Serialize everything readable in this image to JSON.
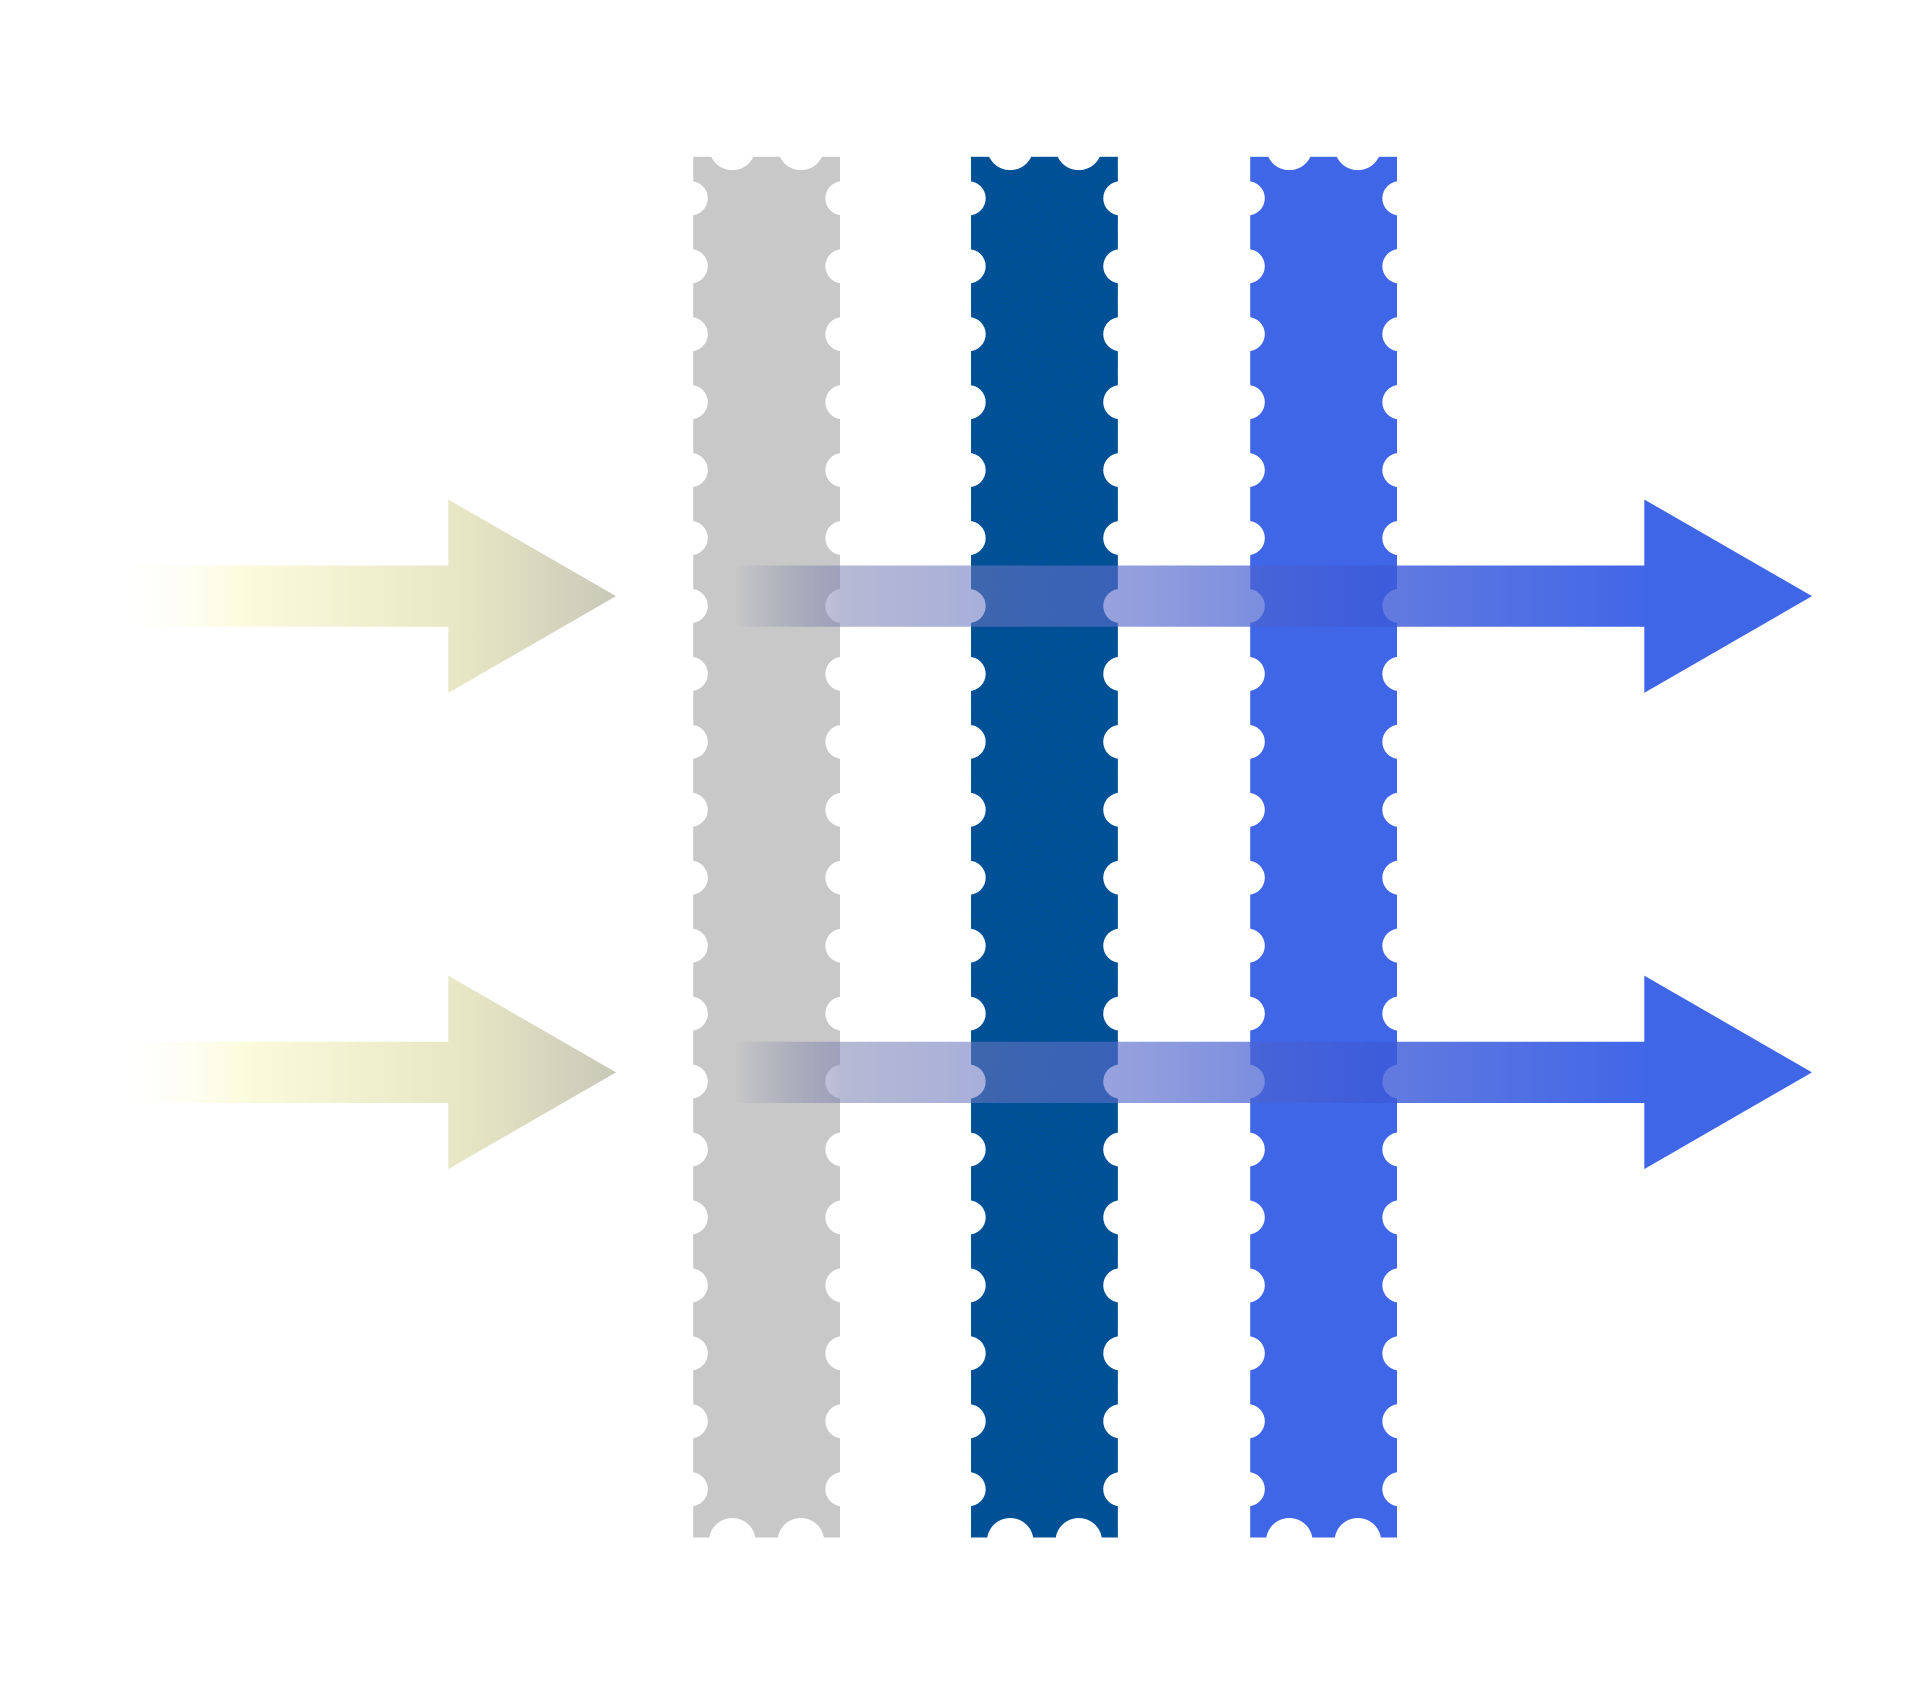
{
  "diagram": {
    "description_free": true,
    "strips": [
      {
        "id": "strip-gray",
        "color": "#c8c8c8"
      },
      {
        "id": "strip-dark-blue",
        "color": "#004f9a"
      },
      {
        "id": "strip-blue",
        "color": "#4066e8"
      }
    ],
    "incoming_arrows": {
      "count": 2,
      "color_start": "#fffff0",
      "color_end": "#c8c8b8"
    },
    "outgoing_arrows": {
      "count": 2,
      "color_start": "#6a6f9a",
      "color_end": "#4066e8"
    }
  }
}
